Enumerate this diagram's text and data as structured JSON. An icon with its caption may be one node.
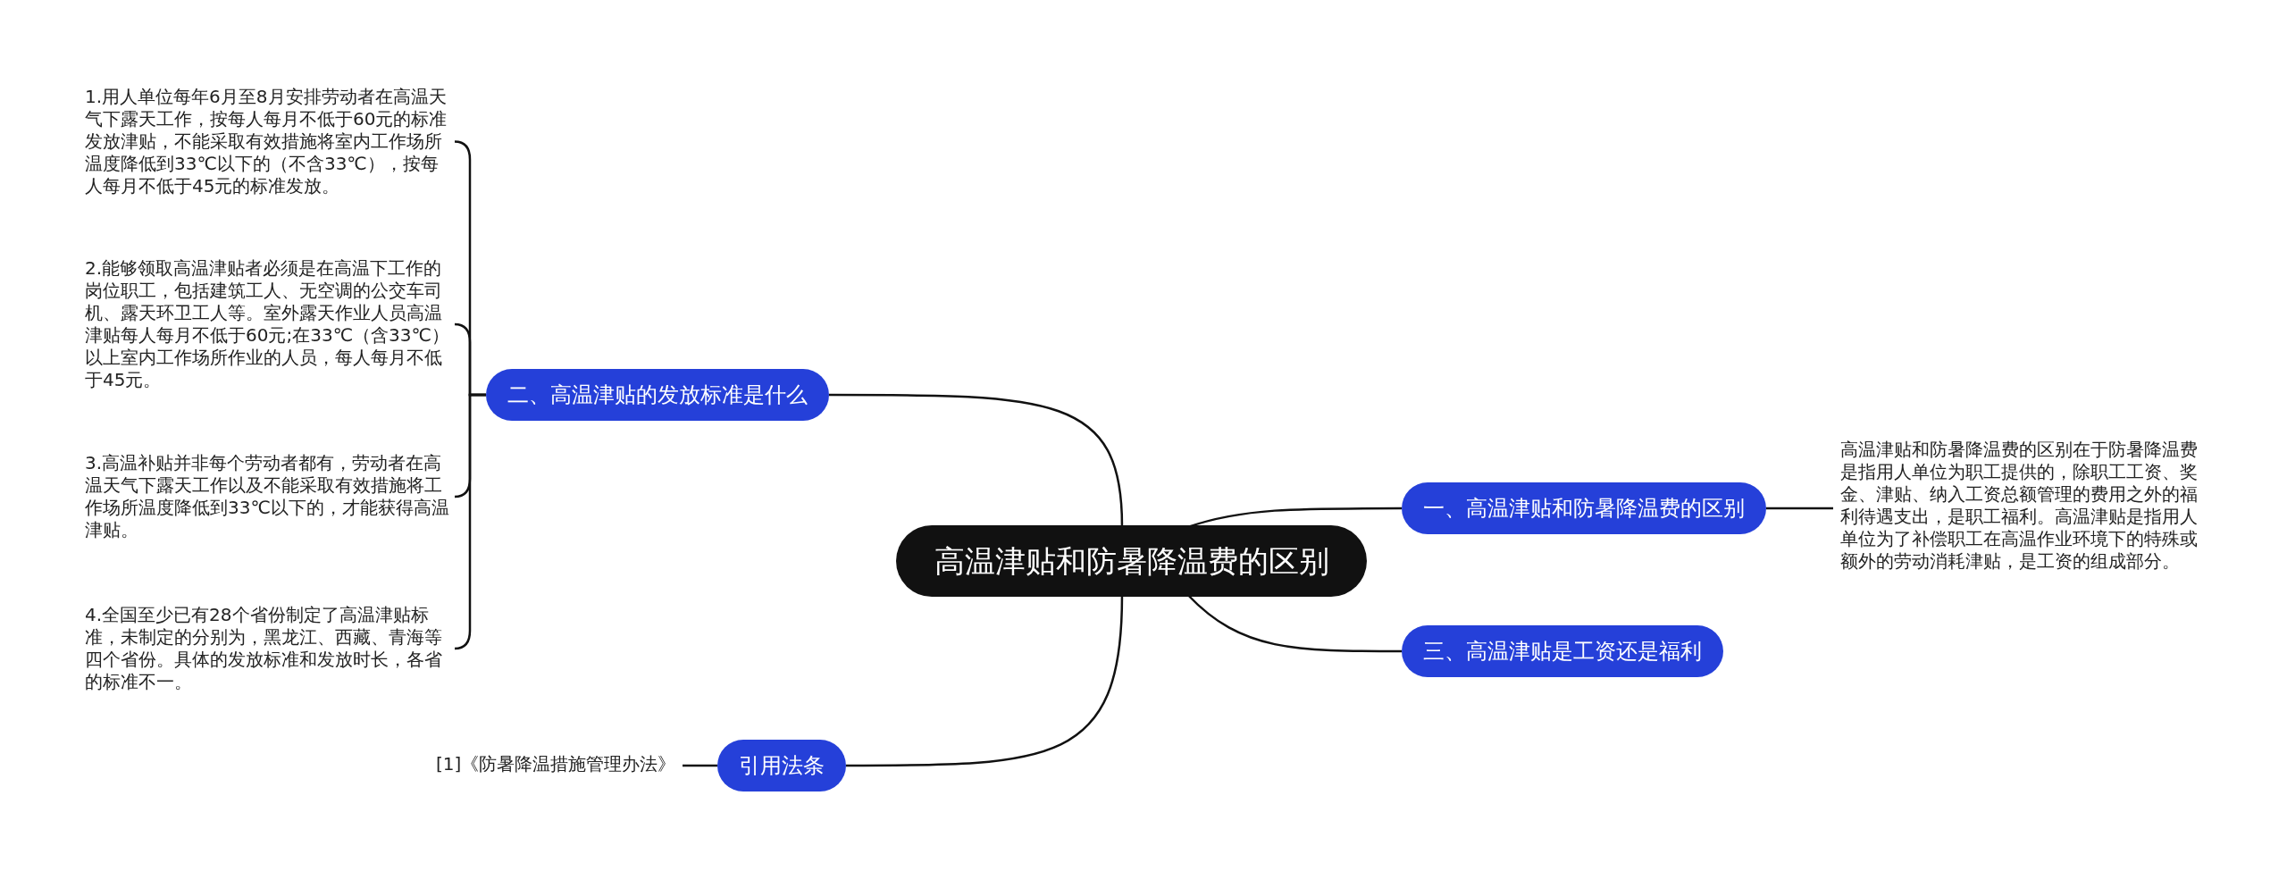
{
  "diagram": {
    "nodes": [
      {
        "text": [
          "高温津贴和防暑降温费的区别"
        ]
      },
      {
        "text": [
          "二、高温津贴的发放标准是什么"
        ]
      },
      {
        "text": [
          "1.用人单位每年6月至8月安排劳动者在高温天气下露天工作，按每人每月不低于60元的标准发放津贴，不能采取有效措施将室内工作场所温度降低到33℃以下的（不含33℃），按每人每月不低于45元的标准发放。"
        ]
      },
      {
        "text": [
          "2.能够领取高温津贴者必须是在高温下工作的岗位职工，包括建筑工人、无空调的公交车司机、露天环卫工人等。室外露天作业人员高温津贴每人每月不低于60元;在33℃（含33℃）以上室内工作场所作业的人员，每人每月不低于45元。"
        ]
      },
      {
        "text": [
          "3.高温补贴并非每个劳动者都有，劳动者在高温天气下露天工作以及不能采取有效措施将工作场所温度降低到33℃以下的，才能获得高温津贴。"
        ]
      },
      {
        "text": [
          "4.全国至少已有28个省份制定了高温津贴标准，未制定的分别为，黑龙江、西藏、青海等四个省份。具体的发放标准和发放时长，各省的标准不一。"
        ]
      },
      {
        "text": [
          "一、高温津贴和防暑降温费的区别"
        ]
      },
      {
        "text": [
          "高温津贴和防暑降温费的区别在于防暑降温费是指用人单位为职工提供的，除职工工资、奖金、津贴、纳入工资总额管理的费用之外的福利待遇支出，是职工福利。高温津贴是指用人单位为了补偿职工在高温作业环境下的特殊或额外的劳动消耗津贴，是工资的组成部分。"
        ]
      },
      {
        "text": [
          "三、高温津贴是工资还是福利"
        ]
      },
      {
        "text": [
          "引用法条"
        ]
      },
      {
        "text": [
          "[1]《防暑降温措施管理办法》"
        ]
      }
    ],
    "edges": [
      {
        "from": 0,
        "to": 1,
        "arrow": "none"
      },
      {
        "from": 1,
        "to": 2,
        "arrow": "none"
      },
      {
        "from": 1,
        "to": 3,
        "arrow": "none"
      },
      {
        "from": 1,
        "to": 4,
        "arrow": "none"
      },
      {
        "from": 1,
        "to": 5,
        "arrow": "none"
      },
      {
        "from": 0,
        "to": 6,
        "arrow": "none"
      },
      {
        "from": 6,
        "to": 7,
        "arrow": "none"
      },
      {
        "from": 0,
        "to": 8,
        "arrow": "none"
      },
      {
        "from": 0,
        "to": 9,
        "arrow": "none"
      },
      {
        "from": 9,
        "to": 10,
        "arrow": "none"
      }
    ]
  }
}
